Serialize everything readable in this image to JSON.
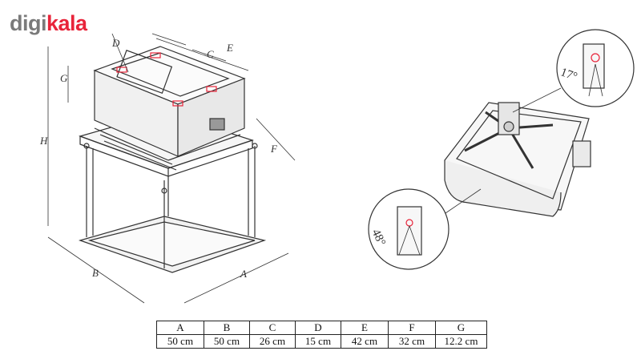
{
  "brand": {
    "part1": "digi",
    "part2": "kala"
  },
  "drawing": {
    "labels": {
      "D": "D",
      "C": "C",
      "E": "E",
      "G": "G",
      "H": "H",
      "F": "F",
      "B": "B",
      "A": "A"
    },
    "angle_top": "17°",
    "angle_bottom": "48°"
  },
  "table": {
    "headers": [
      "A",
      "B",
      "C",
      "D",
      "E",
      "F",
      "G"
    ],
    "values": [
      "50 cm",
      "50 cm",
      "26 cm",
      "15 cm",
      "42 cm",
      "32 cm",
      "12.2 cm"
    ]
  },
  "colors": {
    "line": "#333333",
    "accent": "#e8243a",
    "logo_gray": "#7a7a7a"
  }
}
